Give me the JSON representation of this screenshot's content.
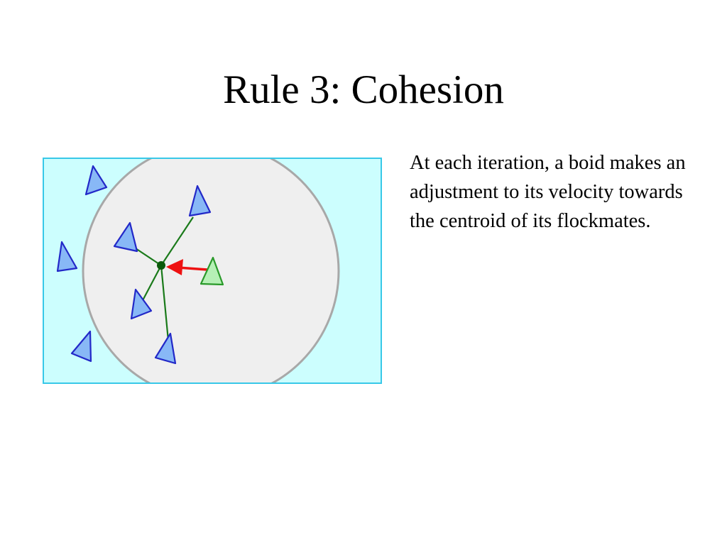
{
  "slide": {
    "title": "Rule 3: Cohesion",
    "body": "At each iteration, a boid makes an adjustment to its velocity towards the centroid of its flockmates."
  },
  "diagram": {
    "colors": {
      "background": "#ccfefe",
      "border": "#38c8e8",
      "neighborhood": "#efefef",
      "neighborhood_outline": "#a8a8a8",
      "flockmate_fill": "#88b8f6",
      "flockmate_stroke": "#2228c8",
      "focal_fill": "#b6f0b6",
      "focal_stroke": "#2a9a2a",
      "link": "#1a7a1a",
      "centroid": "#0a5a0a",
      "steer_arrow": "#ee1111"
    },
    "icons": {
      "flockmate": "blue-triangle-boid",
      "focal": "green-triangle-boid",
      "centroid": "dark-green-dot",
      "steer": "red-arrow"
    }
  }
}
